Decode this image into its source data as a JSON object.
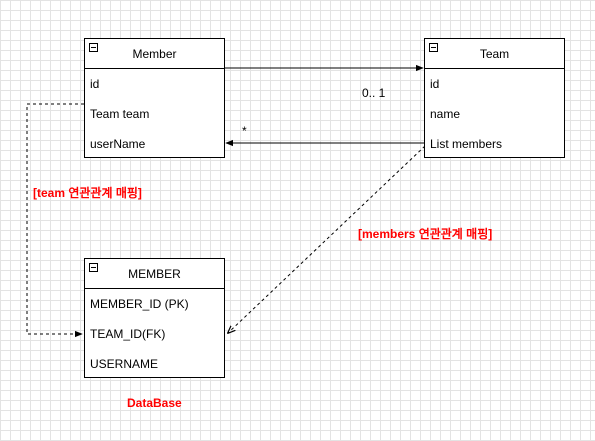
{
  "entities": {
    "member": {
      "title": "Member",
      "fields": [
        "id",
        "Team team",
        "userName"
      ]
    },
    "team": {
      "title": "Team",
      "fields": [
        "id",
        "name",
        "List members"
      ]
    },
    "member_table": {
      "title": "MEMBER",
      "fields": [
        "MEMBER_ID (PK)",
        "TEAM_ID(FK)",
        "USERNAME"
      ]
    }
  },
  "labels": {
    "multiplicity_team": "0.. 1",
    "multiplicity_members": "*",
    "team_mapping": "[team 연관관계 매핑]",
    "members_mapping": "[members 연관관계 매핑]",
    "database": "DataBase"
  },
  "colors": {
    "annotation": "#ff0000",
    "line": "#000000",
    "grid": "#e3e3e3"
  }
}
